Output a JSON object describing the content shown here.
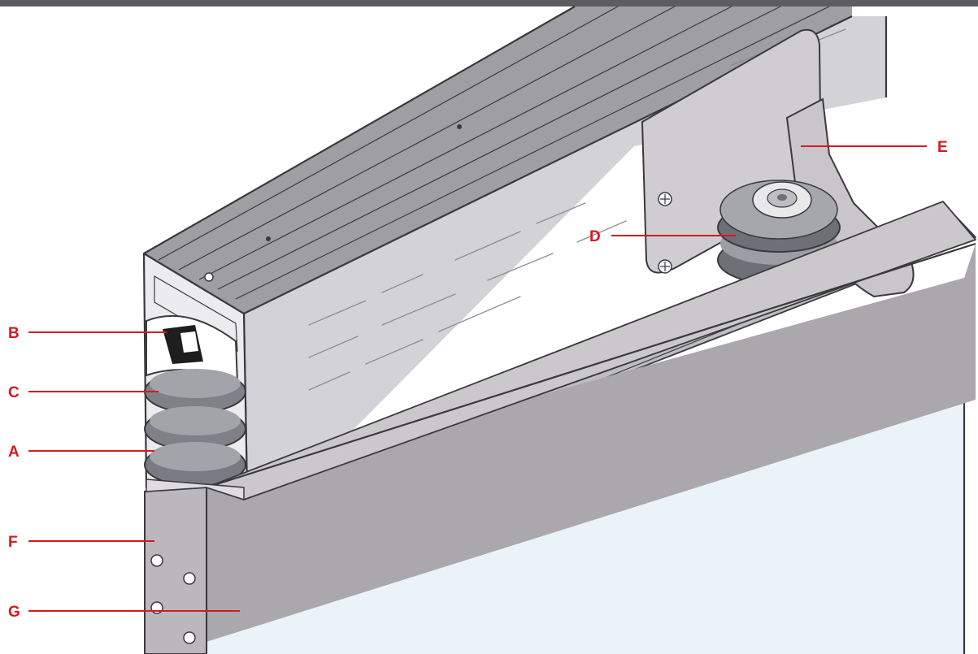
{
  "callouts": {
    "a": "A",
    "b": "B",
    "c": "C",
    "d": "D",
    "e": "E",
    "f": "F",
    "g": "G"
  },
  "colors": {
    "top_bar": "#5b5d61",
    "callout": "#d71920",
    "rail_top": "#9e9ea3",
    "rail_side": "#d3d2d6",
    "cover_face": "#aba8ad",
    "glass": "#eaf3f8"
  }
}
